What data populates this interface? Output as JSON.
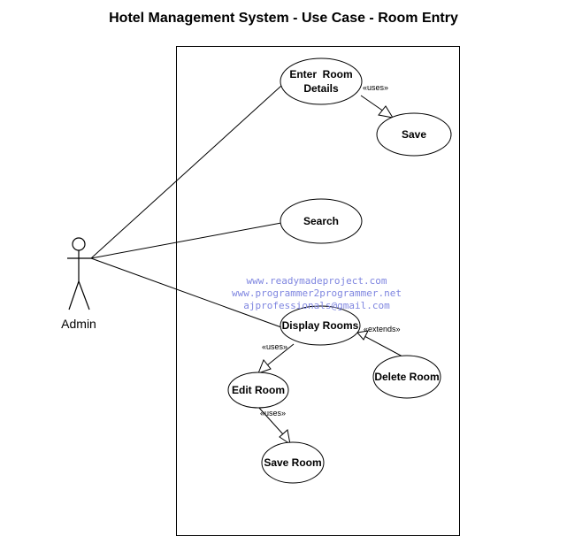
{
  "title": "Hotel Management System - Use Case - Room Entry",
  "actor": {
    "name": "Admin"
  },
  "use_cases": {
    "enter_room_line1": "Enter  Room",
    "enter_room_line2": "Details",
    "save": "Save",
    "search": "Search",
    "display_rooms": "Display Rooms",
    "edit_room": "Edit Room",
    "delete_room": "Delete Room",
    "save_room": "Save Room"
  },
  "relations": {
    "enter_save": "«uses»",
    "display_edit": "«uses»",
    "edit_saveroom": "«uses»",
    "delete_display": "«extends»"
  },
  "watermark": {
    "line1": "www.readymadeproject.com",
    "line2": "www.programmer2programmer.net",
    "line3": "ajprofessionals@gmail.com"
  }
}
